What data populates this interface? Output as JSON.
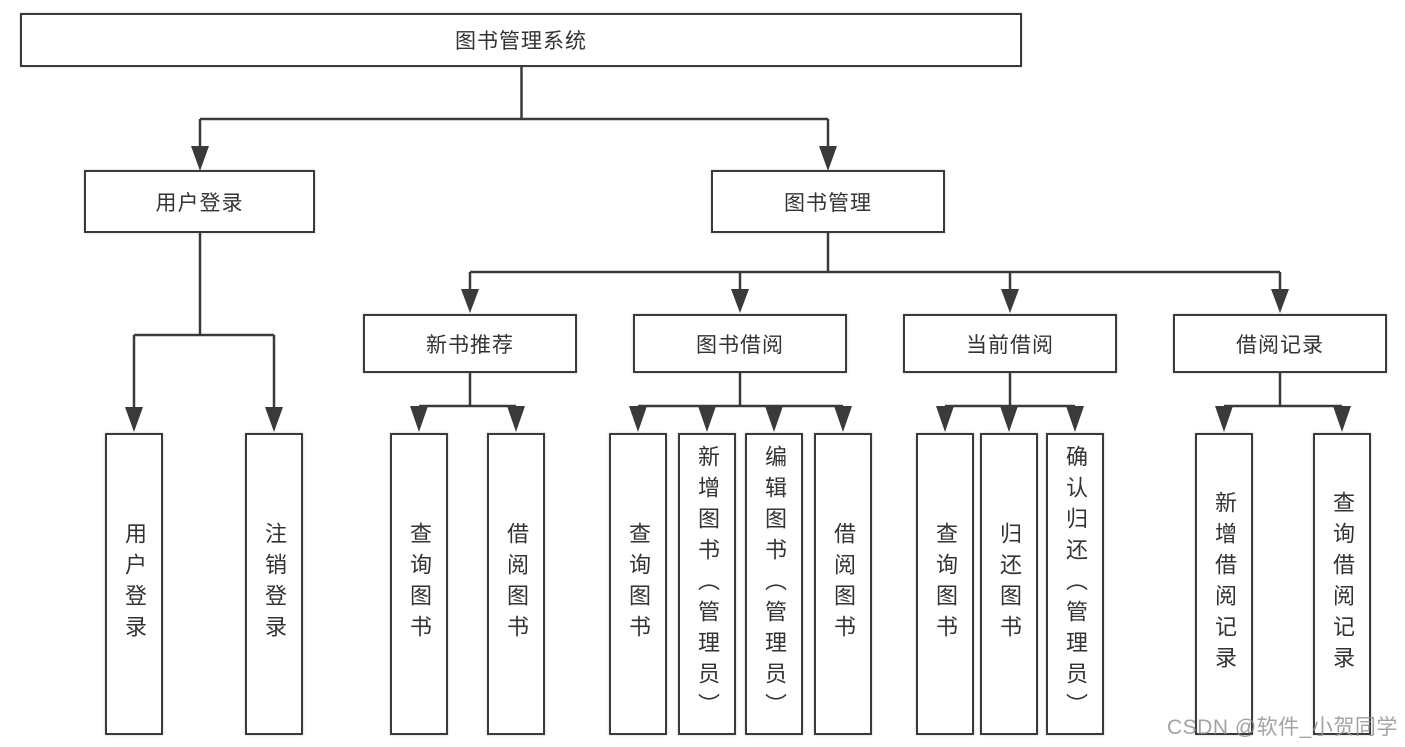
{
  "diagram_title": "图书管理系统",
  "colors": {
    "line": "#3a3a3c",
    "box_border": "#3a3a3c",
    "text": "#333333",
    "background": "#ffffff",
    "watermark": "#8f8f8f"
  },
  "nodes": {
    "root": "图书管理系统",
    "user_login": "用户登录",
    "book_mgmt": "图书管理",
    "new_books": "新书推荐",
    "book_borrow": "图书借阅",
    "current_borrow": "当前借阅",
    "borrow_records": "借阅记录",
    "leaf_user_login": "用户登录",
    "leaf_logout": "注销登录",
    "leaf_nb_query": "查询图书",
    "leaf_nb_borrow": "借阅图书",
    "leaf_bb_query": "查询图书",
    "leaf_bb_add": "新增图书（管理员）",
    "leaf_bb_edit": "编辑图书（管理员）",
    "leaf_bb_borrow": "借阅图书",
    "leaf_cb_query": "查询图书",
    "leaf_cb_return": "归还图书",
    "leaf_cb_confirm": "确认归还（管理员）",
    "leaf_br_add": "新增借阅记录",
    "leaf_br_query": "查询借阅记录"
  },
  "hierarchy": {
    "label": "图书管理系统",
    "children": [
      {
        "label": "用户登录",
        "children": [
          {
            "label": "用户登录"
          },
          {
            "label": "注销登录"
          }
        ]
      },
      {
        "label": "图书管理",
        "children": [
          {
            "label": "新书推荐",
            "children": [
              {
                "label": "查询图书"
              },
              {
                "label": "借阅图书"
              }
            ]
          },
          {
            "label": "图书借阅",
            "children": [
              {
                "label": "查询图书"
              },
              {
                "label": "新增图书（管理员）"
              },
              {
                "label": "编辑图书（管理员）"
              },
              {
                "label": "借阅图书"
              }
            ]
          },
          {
            "label": "当前借阅",
            "children": [
              {
                "label": "查询图书"
              },
              {
                "label": "归还图书"
              },
              {
                "label": "确认归还（管理员）"
              }
            ]
          },
          {
            "label": "借阅记录",
            "children": [
              {
                "label": "新增借阅记录"
              },
              {
                "label": "查询借阅记录"
              }
            ]
          }
        ]
      }
    ]
  },
  "watermark": "CSDN @软件_小贺同学"
}
